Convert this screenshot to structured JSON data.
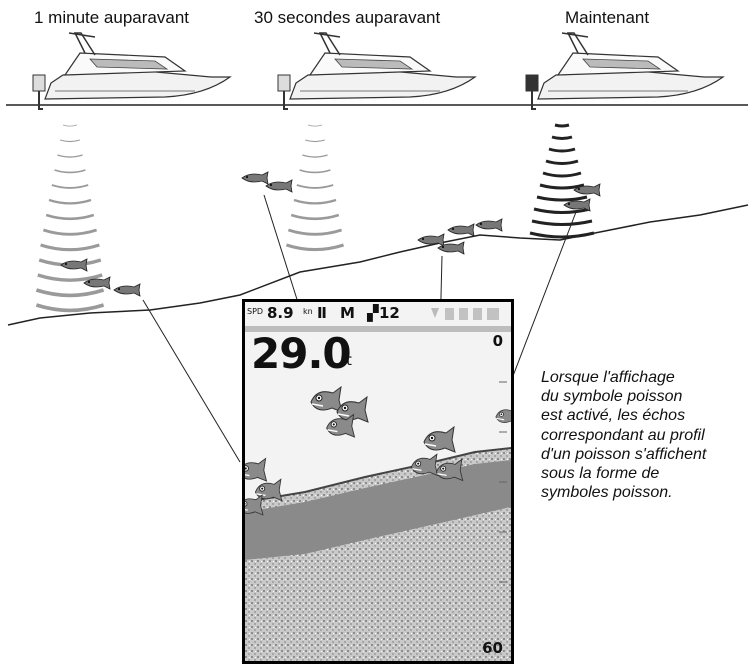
{
  "timeline_labels": {
    "one_minute": "1 minute auparavant",
    "thirty_seconds": "30 secondes auparavant",
    "now": "Maintenant"
  },
  "sounder": {
    "spd_label": "SPD",
    "speed": "8.9",
    "speed_unit": "kn",
    "mode": "M",
    "gain": "12",
    "depth": "29.0",
    "depth_unit": "ft",
    "range_top": "0",
    "range_bottom": "60"
  },
  "caption": "Lorsque l'affichage\ndu symbole poisson\nest activé, les échos\ncorrespondant au profil\nd'un poisson s'affichent\nsous la forme de\nsymboles poisson."
}
